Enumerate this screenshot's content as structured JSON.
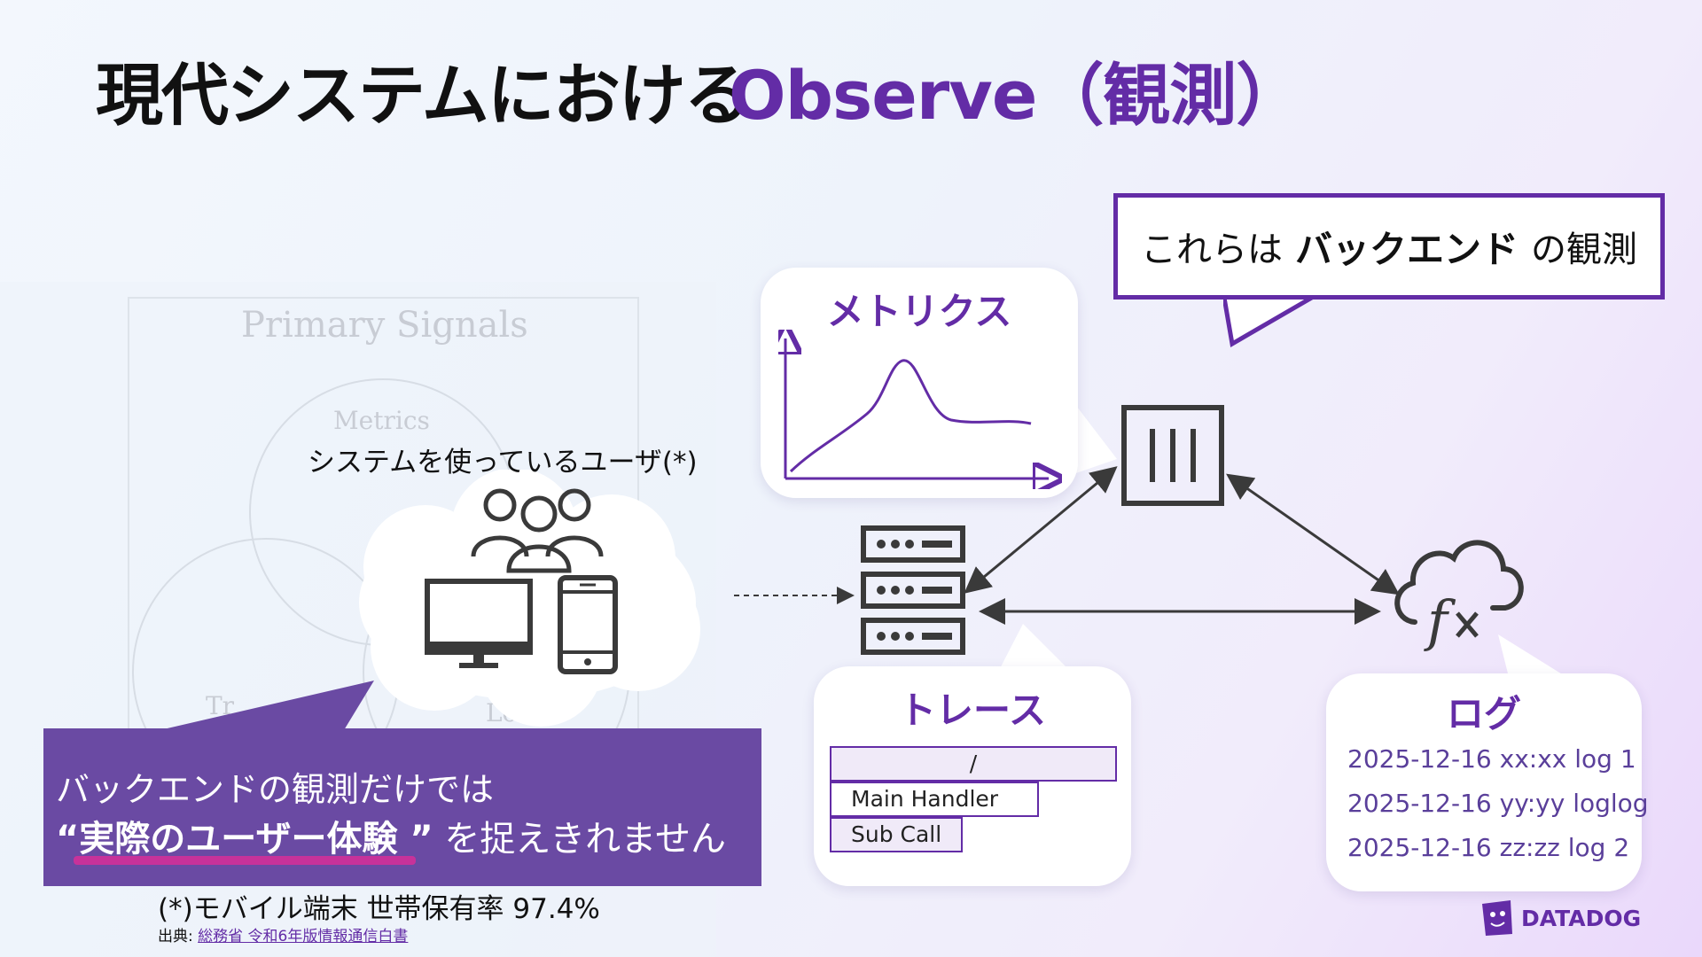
{
  "title": {
    "main": "現代システムにおける",
    "accent": "Observe（観測）"
  },
  "faded_background": {
    "title": "Primary Signals",
    "metrics": "Metrics",
    "traces": "Tr",
    "logs": "Lo"
  },
  "callout": {
    "prefix": "これらは",
    "bold": "バックエンド",
    "suffix": "の観測"
  },
  "metrics": {
    "heading": "メトリクス"
  },
  "traces": {
    "heading": "トレース",
    "spans": [
      "/",
      "Main Handler",
      "Sub Call"
    ]
  },
  "logs": {
    "heading": "ログ",
    "lines": [
      "2025-12-16 xx:xx log 1",
      "2025-12-16 yy:yy loglog",
      "2025-12-16 zz:zz log 2"
    ]
  },
  "users": {
    "label": "システムを使っているユーザ(*)"
  },
  "banner": {
    "line1": "バックエンドの観測だけでは",
    "line2_open": "“",
    "line2_highlight": "実際のユーザー体験",
    "line2_close": " ”",
    "line2_rest": " を捉えきれません"
  },
  "footnote": {
    "text": "(*)モバイル端末 世帯保有率 97.4%"
  },
  "source": {
    "prefix": "出典:",
    "link_text": "総務省 令和6年版情報通信白書"
  },
  "brand": {
    "name": "DATADOG"
  },
  "colors": {
    "accent": "#632ca6",
    "banner": "#6a4aa3",
    "highlight": "#c7329a",
    "line": "#3a3a3a"
  }
}
